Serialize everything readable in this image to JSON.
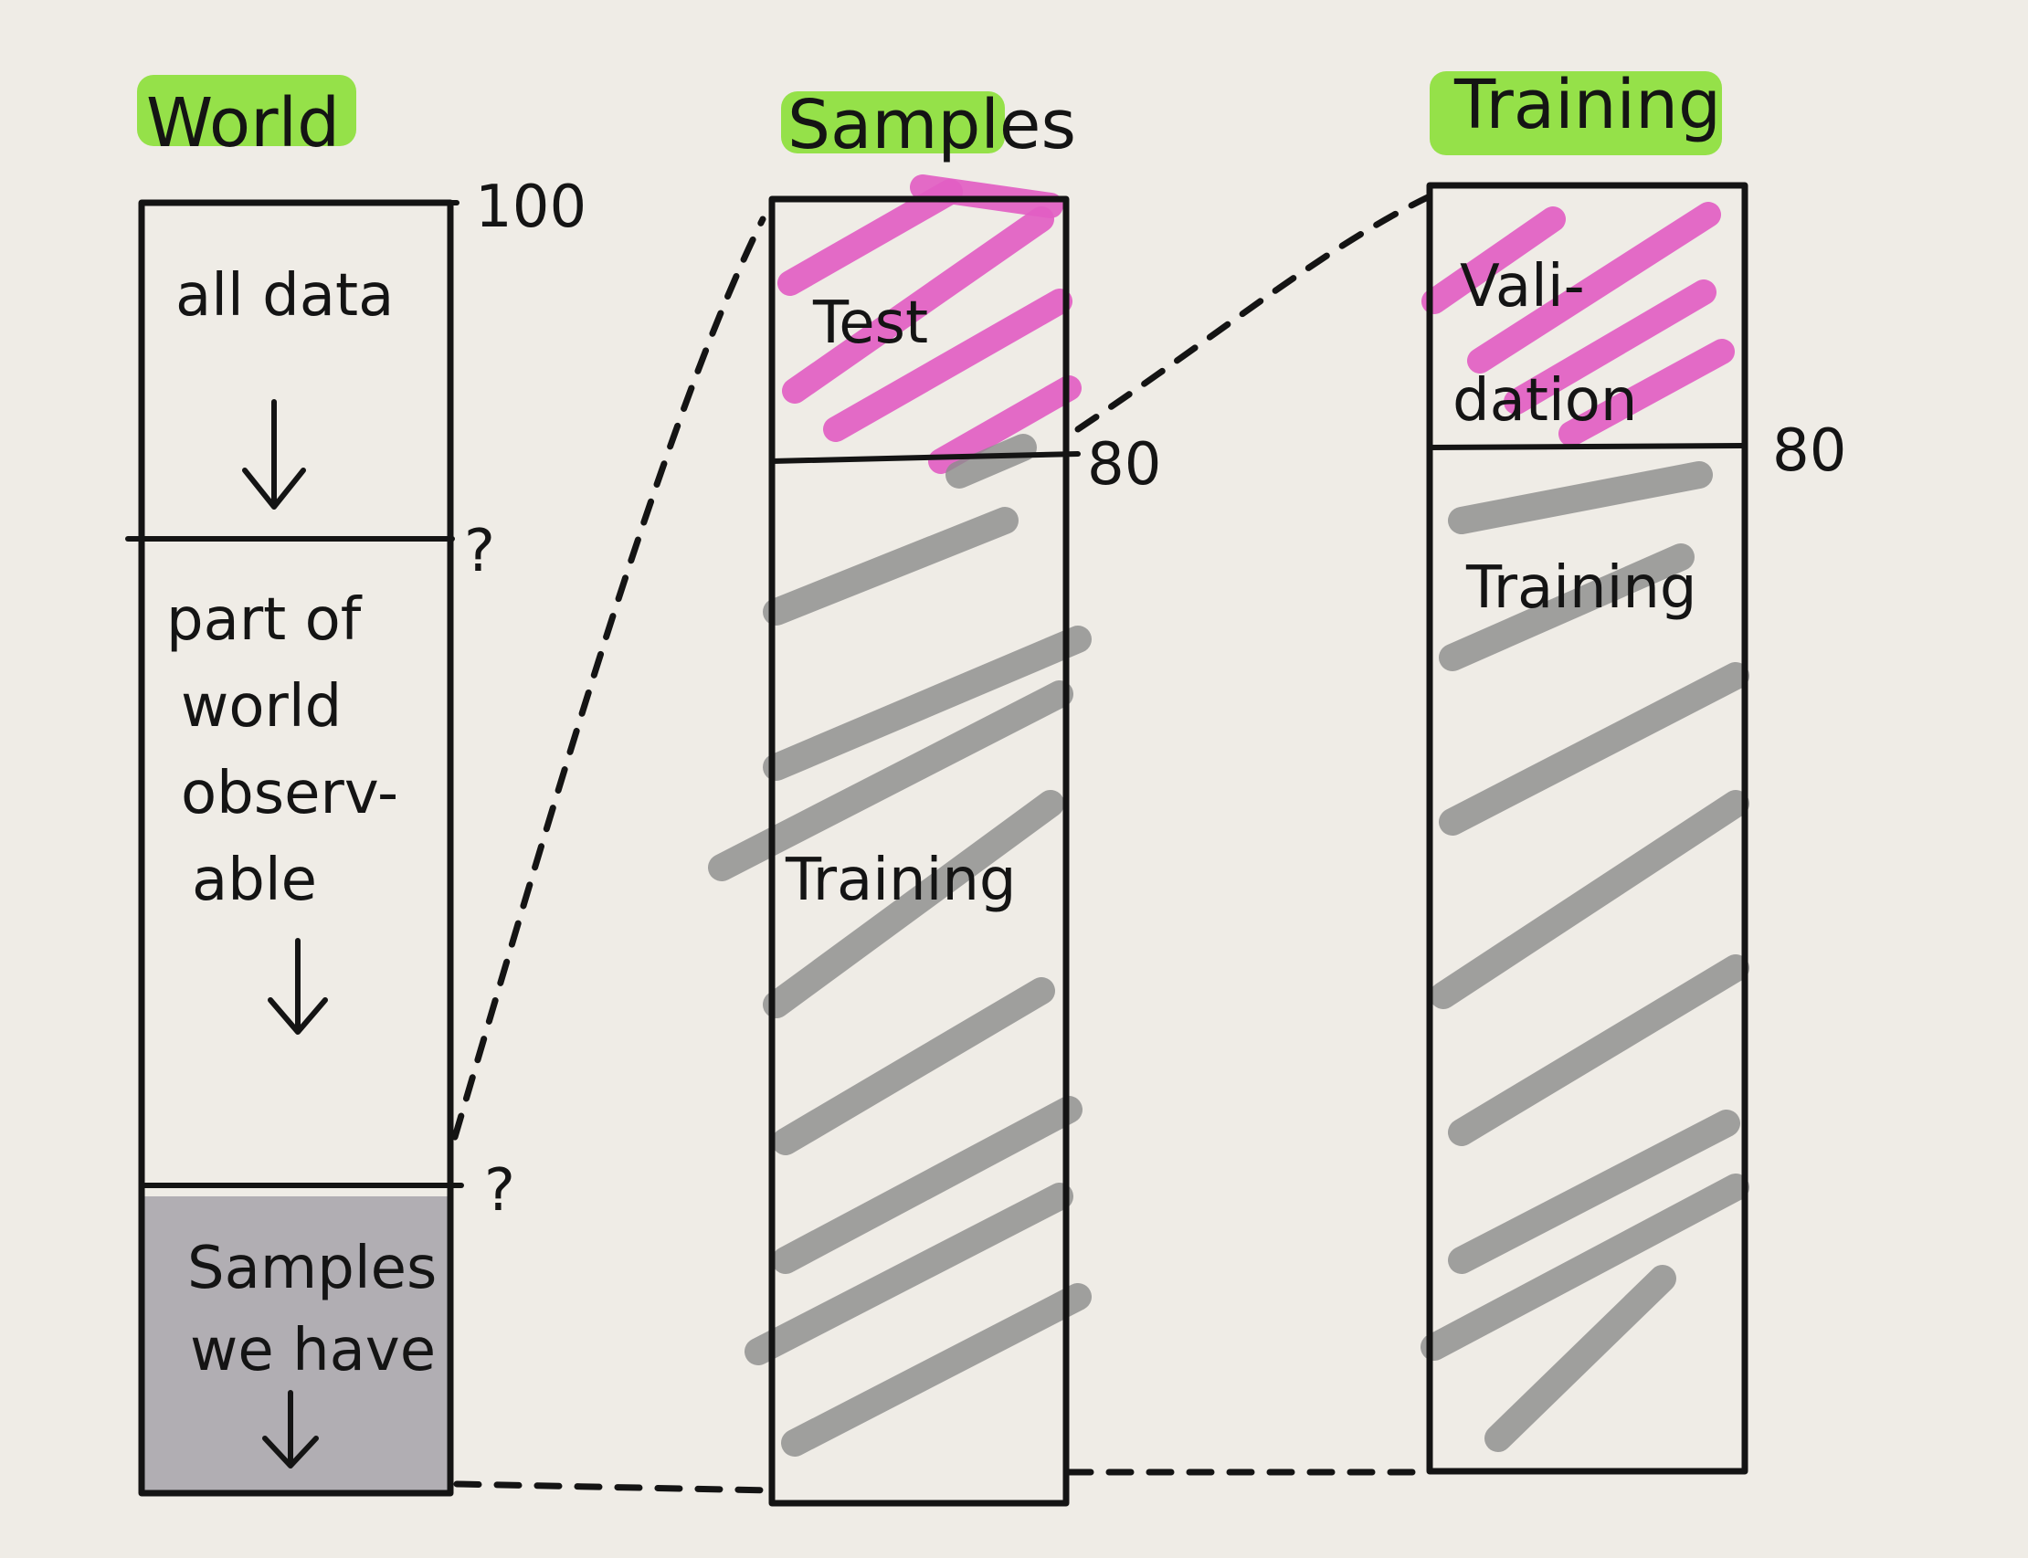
{
  "columns": {
    "world": {
      "title": "World",
      "scale_top": "100",
      "segments": {
        "all_data": "all data",
        "observable": [
          "part of",
          "world",
          "observ-",
          "able"
        ],
        "samples": [
          "Samples",
          "we have"
        ]
      },
      "boundary_1": "?",
      "boundary_2": "?"
    },
    "samples": {
      "title": "Samples",
      "segments": {
        "test": "Test",
        "training": "Training"
      },
      "split_mark": "80"
    },
    "training": {
      "title": "Training",
      "segments": {
        "validation": [
          "Vali-",
          "dation"
        ],
        "training": "Training"
      },
      "split_mark": "80"
    }
  },
  "colors": {
    "title_highlight": "#8fe040",
    "test_hatch": "#e25fc4",
    "training_hatch": "#8c8c8c",
    "ink": "#141414",
    "paper": "#efece6"
  }
}
